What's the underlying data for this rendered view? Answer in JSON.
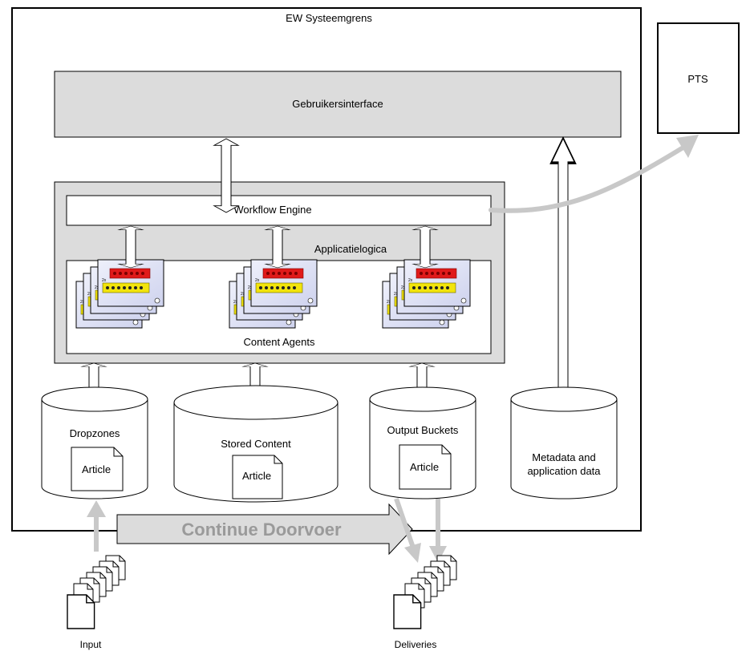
{
  "diagram": {
    "system_boundary_label": "EW Systeemgrens",
    "pts_label": "PTS",
    "ui_label": "Gebruikersinterface",
    "workflow_label": "Workflow Engine",
    "app_logic_label": "Applicatielogica",
    "content_agents_label": "Content Agents",
    "stores": [
      {
        "name": "Dropzones",
        "doc": "Article"
      },
      {
        "name": "Stored Content",
        "doc": "Article"
      },
      {
        "name": "Output Buckets",
        "doc": "Article"
      },
      {
        "name_line1": "Metadata and",
        "name_line2": "application data"
      }
    ],
    "throughput_label": "Continue Doorvoer",
    "input_label": "Input",
    "deliveries_label": "Deliveries",
    "brick_text": "2x",
    "colors": {
      "panel_gray": "#dcdcdc",
      "arrow_gray": "#c8c8c8",
      "throughput_text": "#9a9a9a",
      "brick_red": "#e01a1a",
      "brick_yellow": "#f2e40c"
    }
  }
}
